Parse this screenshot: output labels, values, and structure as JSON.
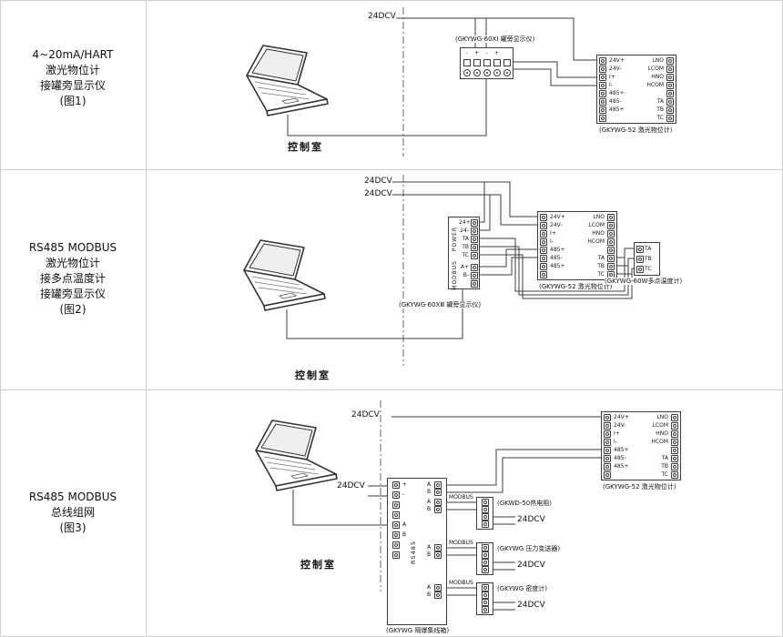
{
  "sidebar": {
    "row1": [
      "4~20mA/HART",
      "激光物位计",
      "接罐旁显示仪",
      "(图1)"
    ],
    "row2": [
      "RS485 MODBUS",
      "激光物位计",
      "接多点温度计",
      "接罐旁显示仪",
      "(图2)"
    ],
    "row3": [
      "RS485 MODBUS",
      "总线组网",
      "(图3)"
    ]
  },
  "common": {
    "control_room": "控制室",
    "dc_label": "24DCV",
    "laser_block": {
      "caption": "(GKYWG-52 激光物位计)",
      "rows": [
        {
          "l": "24V+",
          "r": "LNO"
        },
        {
          "l": "24V-",
          "r": "LCOM"
        },
        {
          "l": "I+",
          "r": "HNO"
        },
        {
          "l": "I-",
          "r": "HCOM"
        },
        {
          "l": "485+",
          "r": ""
        },
        {
          "l": "485-",
          "r": "TA"
        },
        {
          "l": "485+",
          "r": "TB"
        },
        {
          "l": "",
          "r": "TC"
        }
      ]
    }
  },
  "fig1": {
    "display_caption": "(GKYWG-60XⅠ 罐旁显示仪)",
    "display_pins": [
      "-",
      "+",
      "-",
      "+",
      ""
    ]
  },
  "fig2": {
    "display_caption": "(GKYWG-60XⅢ 罐旁显示仪)",
    "power_group": "POWER",
    "modbus_group": "MODBUS",
    "power_pins": [
      "24+",
      "24-",
      "TA",
      "TB",
      "TC"
    ],
    "modbus_pins": [
      "A+",
      "B-",
      ""
    ],
    "temp_caption": "(GKYWG-60W多点温度计)",
    "temp_pins": [
      "TA",
      "TB",
      "TC"
    ]
  },
  "fig3": {
    "junction_caption": "(GKYWG 隔爆集线箱)",
    "rs485": "RS485",
    "plus": "+",
    "minus": "-",
    "a": "A",
    "b": "B",
    "modbus": "MODBUS",
    "branches": [
      {
        "device": "(GKWD-50热电阻)",
        "power": "24DCV"
      },
      {
        "device": "(GKYWG 压力变送器)",
        "power": "24DCV"
      },
      {
        "device": "(GKYWG 密度计)",
        "power": "24DCV"
      }
    ]
  }
}
